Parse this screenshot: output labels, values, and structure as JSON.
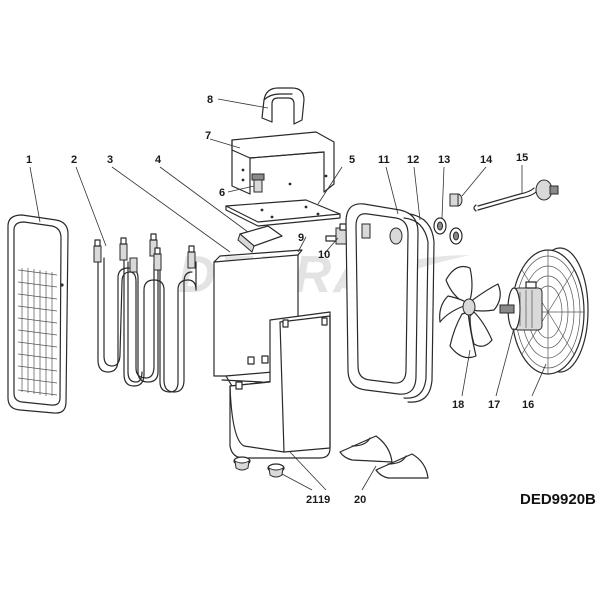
{
  "watermark": "DEDRA",
  "model_code": "DED9920B",
  "part_numbers": [
    "1",
    "2",
    "3",
    "4",
    "5",
    "6",
    "7",
    "8",
    "9",
    "10",
    "11",
    "12",
    "13",
    "14",
    "15",
    "16",
    "17",
    "18",
    "19",
    "20",
    "21"
  ],
  "icons": {
    "part1": "front-grille-icon",
    "part2": "heating-element-icon",
    "part3": "inner-housing-icon",
    "part4": "deflector-bracket-icon",
    "part5": "base-plate-icon",
    "part6": "knob-shaft-icon",
    "part7": "top-cover-icon",
    "part8": "handle-icon",
    "part9": "side-panel-icon",
    "part10": "thermostat-switch-icon",
    "part11": "rear-frame-icon",
    "part12": "gasket-icon",
    "part13": "grommet-icon",
    "part14": "cable-gland-icon",
    "part15": "power-cord-icon",
    "part16": "rear-fan-guard-icon",
    "part17": "fan-motor-icon",
    "part18": "fan-blade-icon",
    "part19": "lower-housing-icon",
    "part20": "foot-bracket-icon",
    "part21": "rubber-foot-icon"
  }
}
